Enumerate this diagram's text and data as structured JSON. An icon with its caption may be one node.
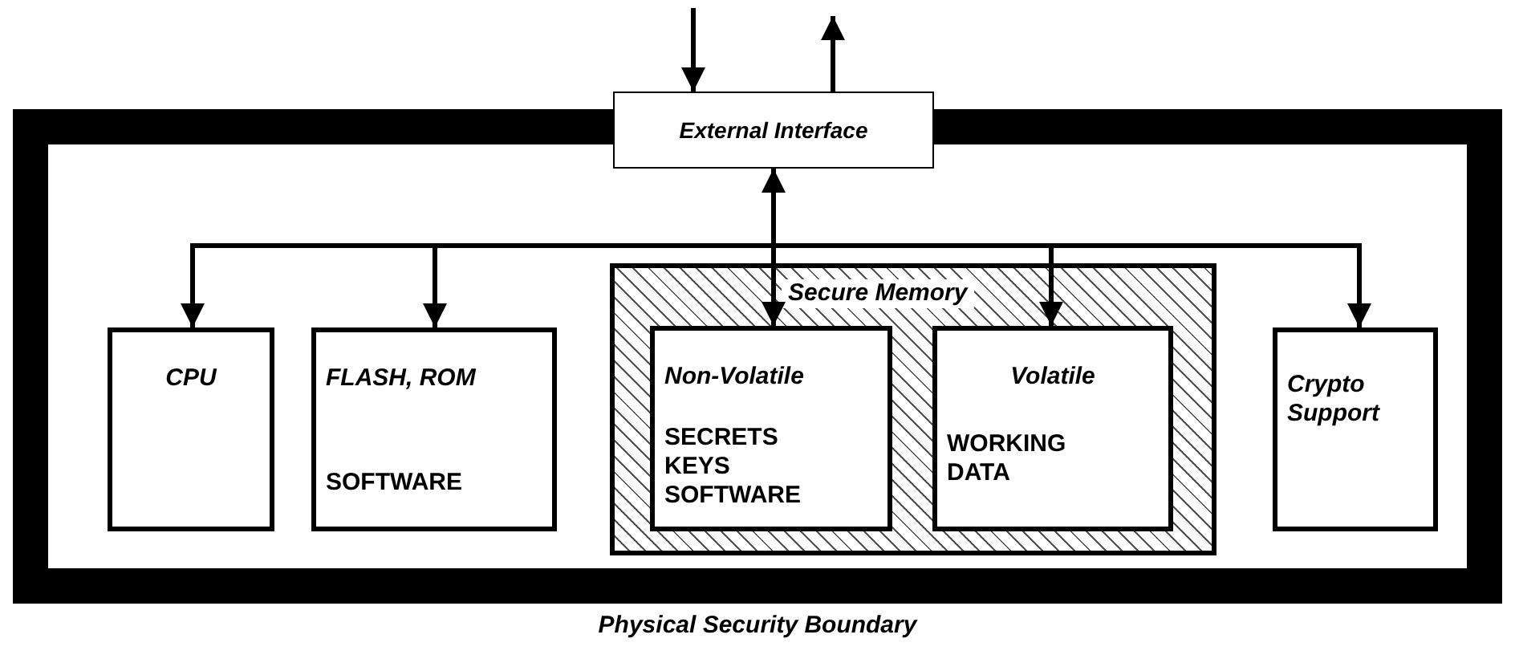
{
  "diagram": {
    "nodes": [
      {
        "text": [
          "Physical Security Boundary"
        ]
      },
      {
        "text": [
          "External Interface"
        ]
      },
      {
        "text": [
          "CPU"
        ],
        "in": 0
      },
      {
        "text": [
          "FLASH, ROM",
          "SOFTWARE"
        ],
        "in": 0
      },
      {
        "text": [
          "Secure Memory"
        ],
        "in": 0
      },
      {
        "text": [
          "Non-Volatile",
          "SECRETS KEYS SOFTWARE"
        ],
        "in": 4
      },
      {
        "text": [
          "Volatile",
          "WORKING DATA"
        ],
        "in": 4
      },
      {
        "text": [
          "Crypto Support"
        ],
        "in": 0
      }
    ],
    "edges": [
      {
        "from": null,
        "to": 1,
        "arrow": "to"
      },
      {
        "from": 1,
        "to": null,
        "arrow": "to"
      },
      {
        "from": 1,
        "to": 2,
        "arrow": "to"
      },
      {
        "from": 1,
        "to": 3,
        "arrow": "to"
      },
      {
        "from": 1,
        "to": 5,
        "arrow": "both"
      },
      {
        "from": 1,
        "to": 6,
        "arrow": "to"
      },
      {
        "from": 1,
        "to": 7,
        "arrow": "to"
      }
    ]
  }
}
